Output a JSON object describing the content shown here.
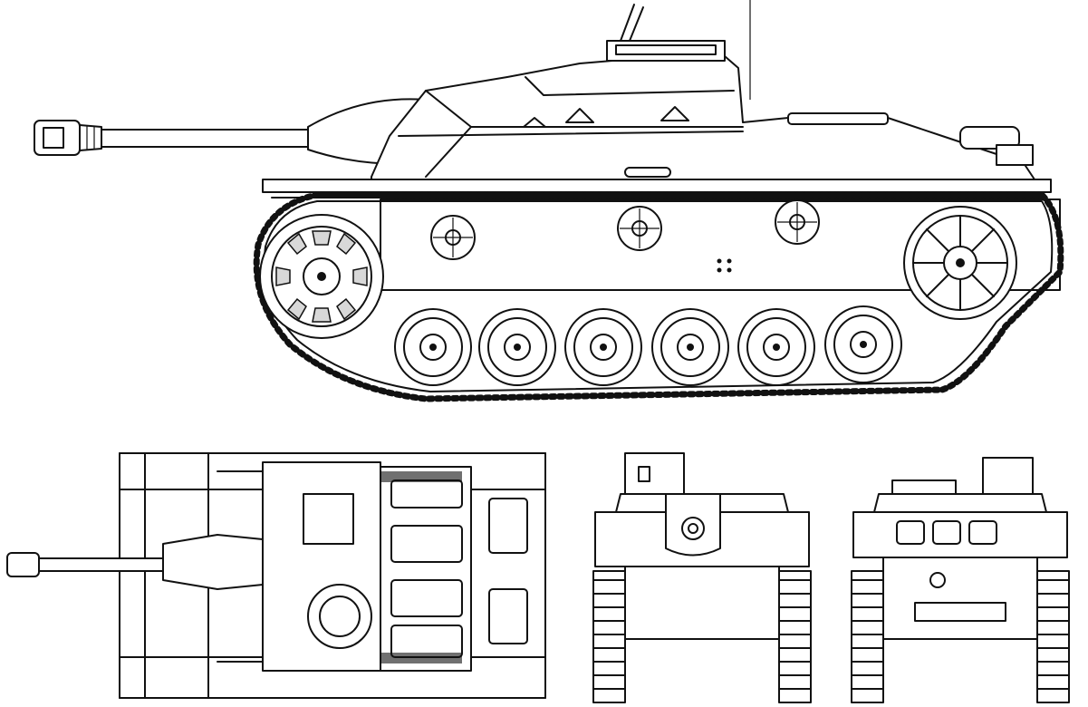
{
  "views": [
    {
      "id": "side-view"
    },
    {
      "id": "top-view"
    },
    {
      "id": "front-view"
    },
    {
      "id": "rear-view"
    }
  ],
  "colors": {
    "ink": "#111111",
    "paper": "#ffffff",
    "shade": "#d8d8d8"
  },
  "road_wheel_count": 6,
  "return_roller_count": 3
}
